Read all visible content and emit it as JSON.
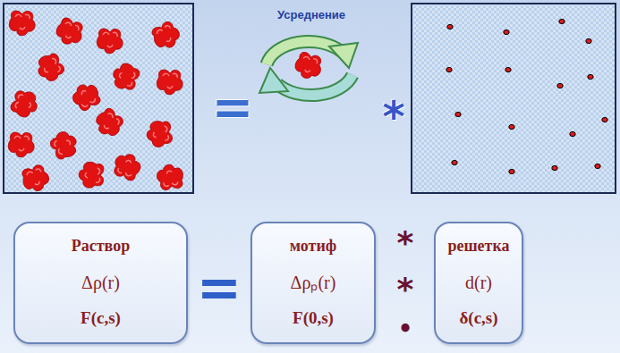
{
  "diagram": {
    "nodes": [
      {
        "text": [
          "Раствор",
          "Δρ(r)",
          "F(c,s)"
        ]
      },
      {
        "text": [
          "мотиф",
          "Δρₚ(r)",
          "F(0,s)"
        ]
      },
      {
        "text": [
          "решетка",
          "d(r)",
          "δ(c,s)"
        ]
      }
    ],
    "labels": [
      "Усреднение",
      "=",
      "*",
      "=",
      "*",
      "*",
      "•"
    ]
  }
}
